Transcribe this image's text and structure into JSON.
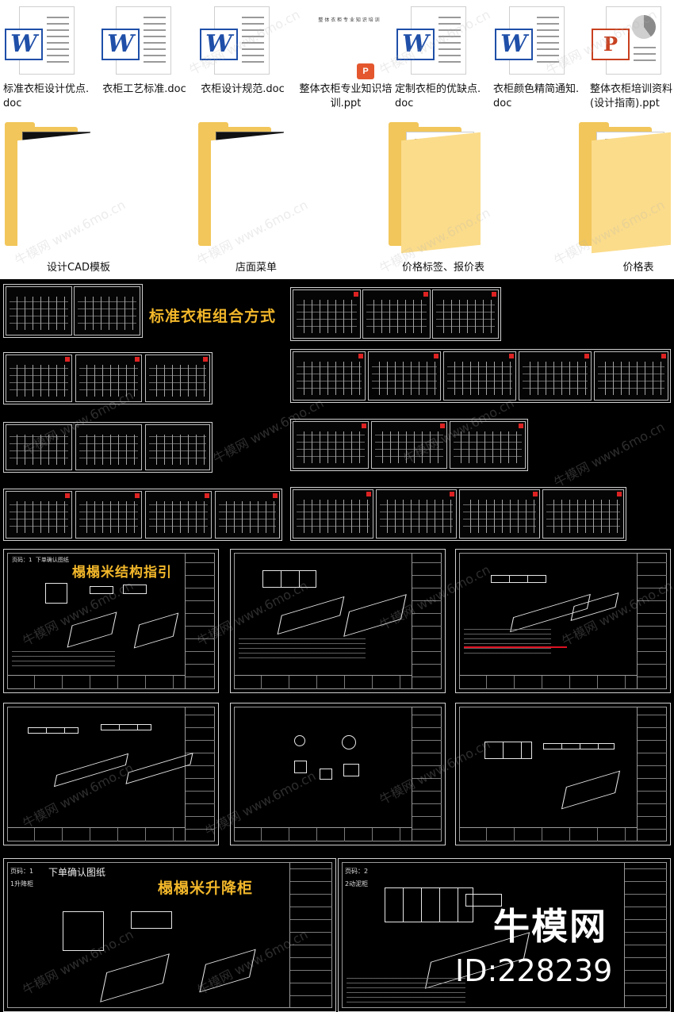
{
  "files": [
    {
      "name": "标准衣柜设计优点.doc",
      "type": "doc"
    },
    {
      "name": "衣柜工艺标准.doc",
      "type": "doc"
    },
    {
      "name": "衣柜设计规范.doc",
      "type": "doc"
    },
    {
      "name": "整体衣柜专业知识培训.ppt",
      "type": "ppt"
    },
    {
      "name": "定制衣柜的优缺点.doc",
      "type": "doc"
    },
    {
      "name": "衣柜颜色精简通知.doc",
      "type": "doc"
    },
    {
      "name": "整体衣柜培训资料(设计指南).ppt",
      "type": "ppt"
    }
  ],
  "ppt_thumb_title": "整 体 衣 柜 专 业 知 识 培 训",
  "folders": [
    {
      "name": "设计CAD模板",
      "style": "dark"
    },
    {
      "name": "店面菜单",
      "style": "dark"
    },
    {
      "name": "价格标签、报价表",
      "style": "sheet"
    },
    {
      "name": "价格表",
      "style": "excel"
    }
  ],
  "headings": {
    "wardrobe_combo": "标准衣柜组合方式",
    "tatami_guide": "榻榻米结构指引",
    "tatami_lift": "榻榻米升降柜"
  },
  "panel_labels": {
    "confirm_sheet": "下单确认图纸",
    "page1": "页码：1",
    "page2": "页码：2",
    "item1": "1升降柜",
    "item2": "2动泥柜"
  },
  "watermark": {
    "brand": "牛模网",
    "id": "ID:228239",
    "tile": "牛模网 www.6mo.cn"
  },
  "colors": {
    "gold": "#f2b72a",
    "word_blue": "#1f4fa8",
    "ppt_red": "#c8401f",
    "folder_yellow": "#f2c65a"
  }
}
